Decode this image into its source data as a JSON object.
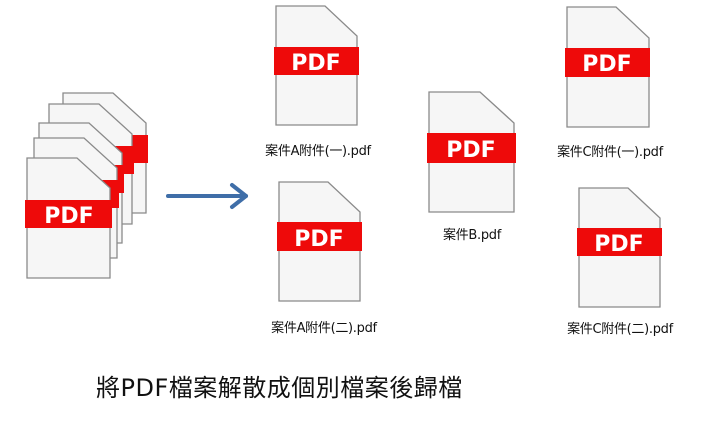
{
  "diagram": {
    "source": {
      "stack_count": 5,
      "badge_text": "PDF"
    },
    "arrow": {
      "direction": "right",
      "color": "#3f6ea8"
    },
    "files": [
      {
        "id": "a1",
        "name": "案件A附件(一).pdf",
        "badge_text": "PDF"
      },
      {
        "id": "a2",
        "name": "案件A附件(二).pdf",
        "badge_text": "PDF"
      },
      {
        "id": "b",
        "name": "案件B.pdf",
        "badge_text": "PDF"
      },
      {
        "id": "c1",
        "name": "案件C附件(一).pdf",
        "badge_text": "PDF"
      },
      {
        "id": "c2",
        "name": "案件C附件(二).pdf",
        "badge_text": "PDF"
      }
    ],
    "caption": "將PDF檔案解散成個別檔案後歸檔",
    "colors": {
      "badge_red": "#ee0a0a",
      "page_fill": "#f6f6f6",
      "page_outline": "#8a8a8a",
      "arrow_blue": "#3f6ea8"
    }
  }
}
